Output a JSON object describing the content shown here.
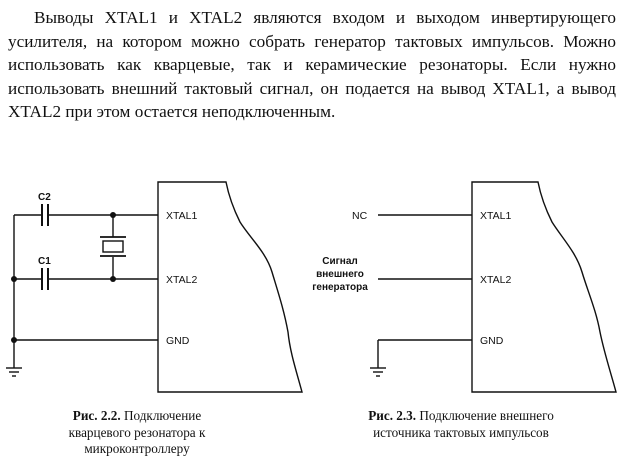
{
  "paragraph": "Выводы XTAL1 и XTAL2 являются входом и выходом инвертирующего усилителя, на котором можно собрать генератор тактовых импульсов. Можно использовать как кварцевые, так и керамические резонаторы. Если нужно использовать внешний тактовый сигнал, он подается на вывод XTAL1, а вывод XTAL2 при этом остается неподключенным.",
  "figure1": {
    "c2_label": "C2",
    "c1_label": "C1",
    "pin1": "XTAL1",
    "pin2": "XTAL2",
    "pin3": "GND",
    "caption_num": "Рис. 2.2.",
    "caption_line1": "Подключение",
    "caption_line2": "кварцевого резонатора к",
    "caption_line3": "микроконтроллеру"
  },
  "figure2": {
    "nc_label": "NC",
    "signal_line1": "Сигнал",
    "signal_line2": "внешнего",
    "signal_line3": "генератора",
    "pin1": "XTAL1",
    "pin2": "XTAL2",
    "pin3": "GND",
    "caption_num": "Рис. 2.3.",
    "caption_line1": "Подключение внешнего",
    "caption_line2": "источника тактовых импульсов"
  }
}
